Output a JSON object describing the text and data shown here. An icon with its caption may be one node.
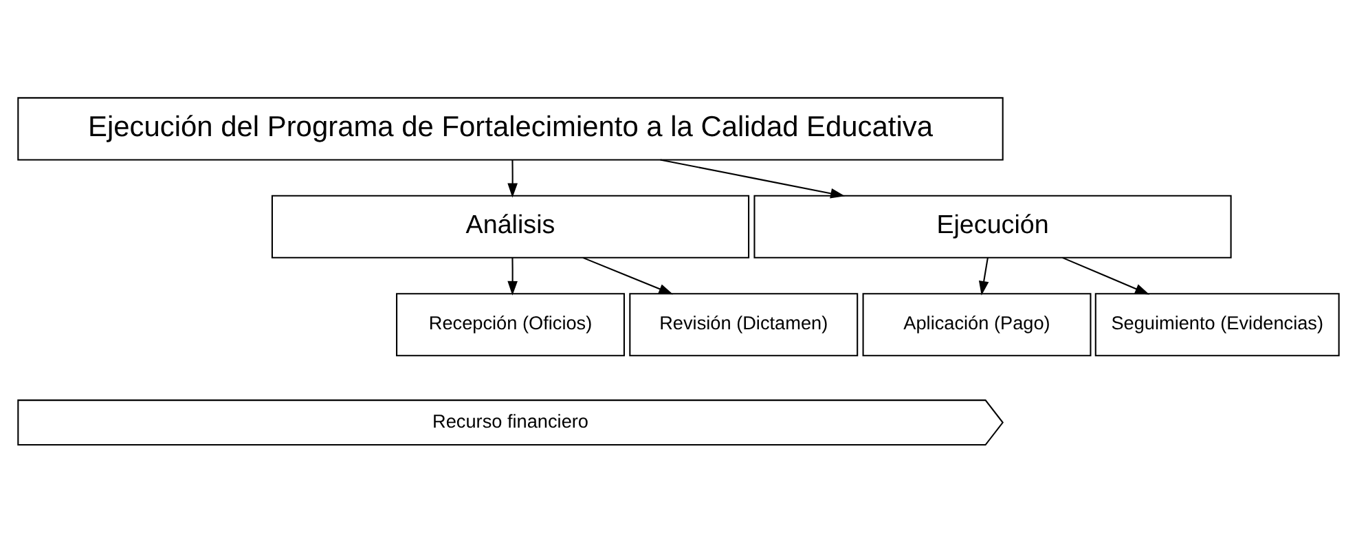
{
  "diagram": {
    "nodes": [
      {
        "text": [
          "Ejecución del Programa de Fortalecimiento a la Calidad Educativa"
        ]
      },
      {
        "text": [
          "Análisis"
        ]
      },
      {
        "text": [
          "Ejecución"
        ]
      },
      {
        "text": [
          "Recepción (Oficios)"
        ]
      },
      {
        "text": [
          "Revisión (Dictamen)"
        ]
      },
      {
        "text": [
          "Aplicación (Pago)"
        ]
      },
      {
        "text": [
          "Seguimiento (Evidencias)"
        ]
      },
      {
        "text": [
          "Recurso financiero"
        ]
      }
    ],
    "edges": [
      {
        "from": 0,
        "to": 1,
        "arrow": "to"
      },
      {
        "from": 0,
        "to": 2,
        "arrow": "to"
      },
      {
        "from": 1,
        "to": 3,
        "arrow": "to"
      },
      {
        "from": 1,
        "to": 4,
        "arrow": "to"
      },
      {
        "from": 2,
        "to": 5,
        "arrow": "to"
      },
      {
        "from": 2,
        "to": 6,
        "arrow": "to"
      }
    ]
  }
}
